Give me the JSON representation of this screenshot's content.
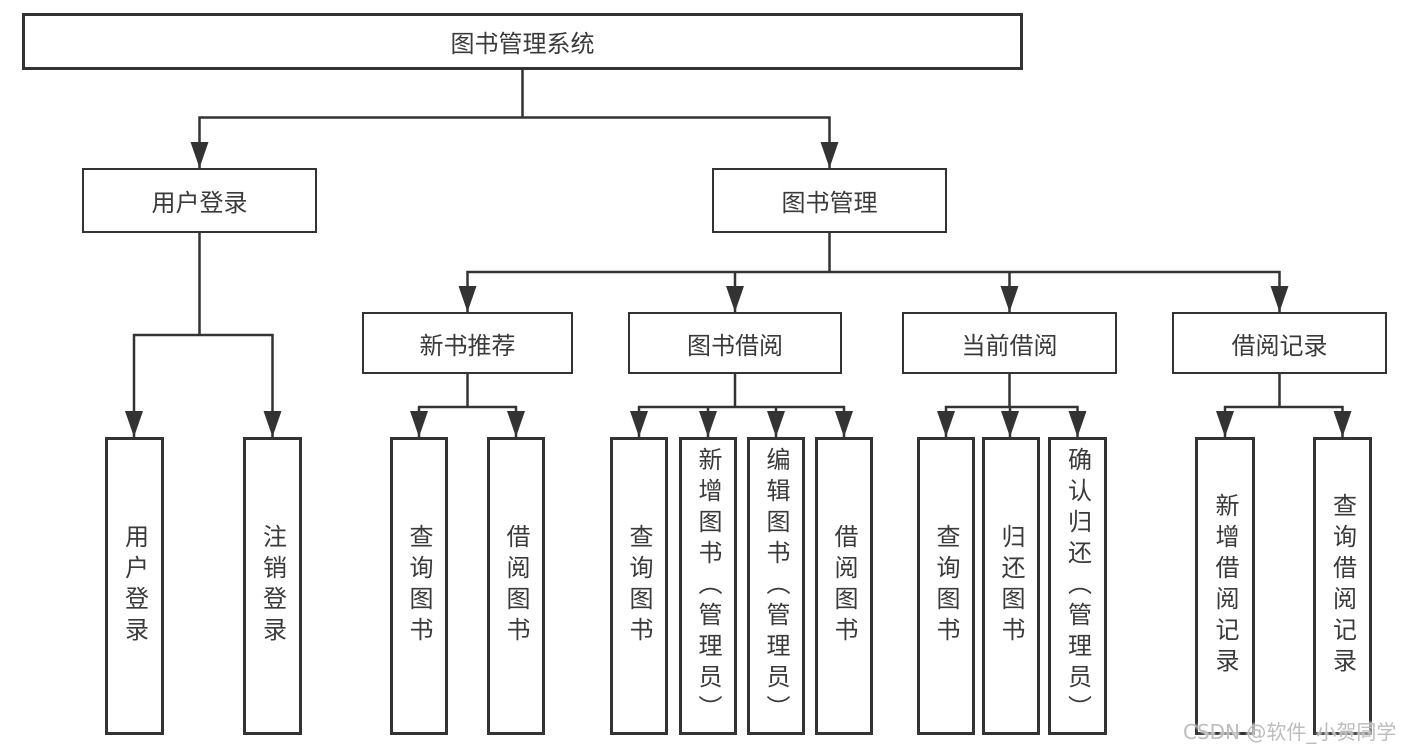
{
  "diagram": {
    "title": "图书管理系统",
    "branches": [
      {
        "label": "用户登录",
        "children": [
          {
            "label": "用户登录"
          },
          {
            "label": "注销登录"
          }
        ]
      },
      {
        "label": "图书管理",
        "children": [
          {
            "label": "新书推荐",
            "children": [
              {
                "label": "查询图书"
              },
              {
                "label": "借阅图书"
              }
            ]
          },
          {
            "label": "图书借阅",
            "children": [
              {
                "label": "查询图书"
              },
              {
                "label": "新增图书（管理员）"
              },
              {
                "label": "编辑图书（管理员）"
              },
              {
                "label": "借阅图书"
              }
            ]
          },
          {
            "label": "当前借阅",
            "children": [
              {
                "label": "查询图书"
              },
              {
                "label": "归还图书"
              },
              {
                "label": "确认归还（管理员）"
              }
            ]
          },
          {
            "label": "借阅记录",
            "children": [
              {
                "label": "新增借阅记录"
              },
              {
                "label": "查询借阅记录"
              }
            ]
          }
        ]
      }
    ]
  },
  "watermark": "CSDN @软件_小贺同学",
  "colors": {
    "line": "#333333",
    "box_border": "#333333",
    "text": "#3a3a3a",
    "watermark": "#bdbdbd",
    "background": "#ffffff"
  }
}
